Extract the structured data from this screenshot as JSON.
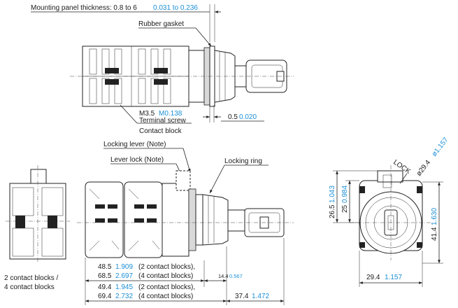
{
  "labels": {
    "panel_thickness": "Mounting panel thickness: 0.8 to 6",
    "panel_thickness_inch": "0.031 to 0.236",
    "rubber_gasket": "Rubber gasket",
    "screw_metric": "M3.5",
    "screw_inch": "M0.138",
    "terminal_screw": "Terminal screw",
    "contact_block": "Contact block",
    "gap_mm": "0.5",
    "gap_inch": "0.020",
    "locking_lever": "Locking lever (Note)",
    "lever_lock": "Lever lock (Note)",
    "locking_ring": "Locking ring",
    "lock_text": "LOCK",
    "dia_mm": "ø29.4",
    "dia_inch": "ø1.157",
    "left_caption_1": "2 contact blocks /",
    "left_caption_2": "4 contact blocks"
  },
  "dims": {
    "d1_mm": "48.5",
    "d1_in": "1.909",
    "d1_note": "(2 contact blocks),",
    "d2_mm": "68.5",
    "d2_in": "2.697",
    "d2_note": "(4 contact blocks)",
    "d3_mm": "14.4",
    "d3_in": "0.567",
    "d4_mm": "49.4",
    "d4_in": "1.945",
    "d4_note": "(2 contact blocks),",
    "d5_mm": "69.4",
    "d5_in": "2.732",
    "d5_note": "(4 contact blocks)",
    "d6_mm": "37.4",
    "d6_in": "1.472",
    "v1_mm": "26.5",
    "v1_in": "1.043",
    "v2_mm": "25",
    "v2_in": "0.984",
    "v3_mm": "41.4",
    "v3_in": "1.630",
    "w_mm": "29.4",
    "w_in": "1.157"
  }
}
